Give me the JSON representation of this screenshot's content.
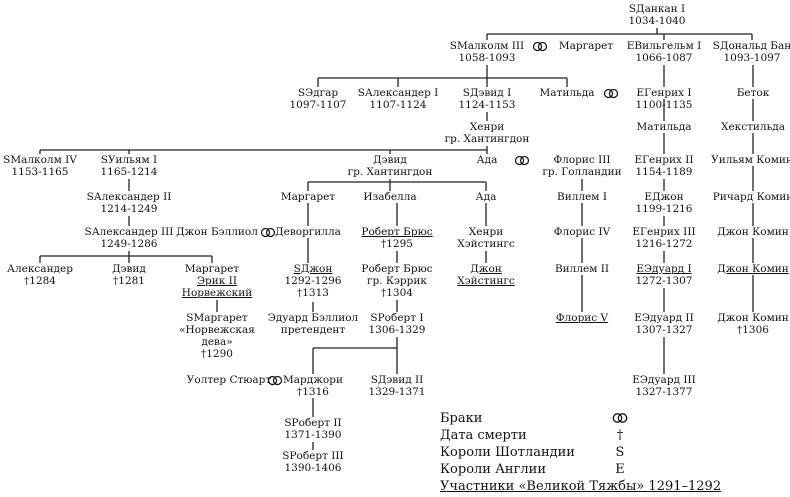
{
  "people": {
    "dankan": [
      "SДанкан I",
      "1034-1040"
    ],
    "malkolm3": [
      "SМалколм III",
      "1058-1093"
    ],
    "margaret_q": [
      "Маргарет"
    ],
    "william1": [
      "EВильгельм I",
      "1066-1087"
    ],
    "donald": [
      "SДональд Бан",
      "1093-1097"
    ],
    "edgar": [
      "SЭдгар",
      "1097-1107"
    ],
    "alexander1": [
      "SАлександер I",
      "1107-1124"
    ],
    "david1": [
      "SДэвид I",
      "1124-1153"
    ],
    "matilda1": [
      "Матильда"
    ],
    "henry1": [
      "EГенрих I",
      "1100-1135"
    ],
    "betok": [
      "Беток"
    ],
    "henry_h": [
      "Хенри",
      "гр. Хантингдон"
    ],
    "matilda2": [
      "Матильда"
    ],
    "hextilda": [
      "Хекстильда"
    ],
    "malkolm4": [
      "SМалколм IV",
      "1153-1165"
    ],
    "william_lion": [
      "SУильям I",
      "1165-1214"
    ],
    "david_h": [
      "Дэвид",
      "гр. Хантингдон"
    ],
    "ada1": [
      "Ада"
    ],
    "floris3": [
      "Флорис III",
      "гр. Голландии"
    ],
    "henry2": [
      "EГенрих II",
      "1154-1189"
    ],
    "william_comyn": [
      "Уильям Комин"
    ],
    "alexander2": [
      "SАлександер II",
      "1214-1249"
    ],
    "margaret2": [
      "Маргарет"
    ],
    "isabella": [
      "Изабелла"
    ],
    "ada2": [
      "Ада"
    ],
    "willem1": [
      "Виллем I"
    ],
    "john_e": [
      "EДжон",
      "1199-1216"
    ],
    "richard_comyn": [
      "Ричард Комин"
    ],
    "alexander3": [
      "SАлександер III",
      "1249-1286"
    ],
    "john_balliol1": [
      "Джон Бэллиол"
    ],
    "devorgilla": [
      "Деворгилла"
    ],
    "robert_bruce1": [
      "Роберт Брюс",
      "†1295"
    ],
    "henry_hastings": [
      "Хенри",
      "Хэйстингс"
    ],
    "floris4": [
      "Флорис IV"
    ],
    "henry3": [
      "EГенрих III",
      "1216-1272"
    ],
    "john_comyn1": [
      "Джон Комин"
    ],
    "alexander_y": [
      "Александер",
      "†1284"
    ],
    "david_y": [
      "Дэвид",
      "†1281"
    ],
    "margaret3": [
      "Маргарет"
    ],
    "eric2": [
      "Эрик II",
      "Норвежский"
    ],
    "john_balliol2": [
      "SДжон",
      "1292-1296",
      "†1313"
    ],
    "robert_bruce2": [
      "Роберт Брюс",
      "гр. Кэррик",
      "†1304"
    ],
    "john_hastings": [
      "Джон",
      "Хэйстингс"
    ],
    "willem2": [
      "Виллем II"
    ],
    "edward1": [
      "EЭдуард I",
      "1272-1307"
    ],
    "john_comyn2": [
      "Джон Комин"
    ],
    "margaret_norway": [
      "SМаргарет",
      "«Норвежская",
      "дева»",
      "†1290"
    ],
    "edward_balliol": [
      "Эдуард Бэллиол",
      "претендент"
    ],
    "robert1": [
      "SРоберт I",
      "1306-1329"
    ],
    "floris5": [
      "Флорис V"
    ],
    "edward2": [
      "EЭдуард II",
      "1307-1327"
    ],
    "john_comyn3": [
      "Джон Комин",
      "†1306"
    ],
    "walter": [
      "Уолтер Стюарт"
    ],
    "marjorie": [
      "Марджори",
      "†1316"
    ],
    "david2": [
      "SДэвид II",
      "1329-1371"
    ],
    "edward3": [
      "EЭдуард III",
      "1327-1377"
    ],
    "robert2": [
      "SРоберт II",
      "1371-1390"
    ],
    "robert3": [
      "SРоберт III",
      "1390-1406"
    ]
  },
  "legend": {
    "marriage": "Браки",
    "death": "Дата смерти",
    "death_sym": "†",
    "scot": "Короли Шотландии",
    "scot_sym": "S",
    "eng": "Короли Англии",
    "eng_sym": "E",
    "claimants": "Участники «Великой Тяжбы» 1291–1292"
  }
}
